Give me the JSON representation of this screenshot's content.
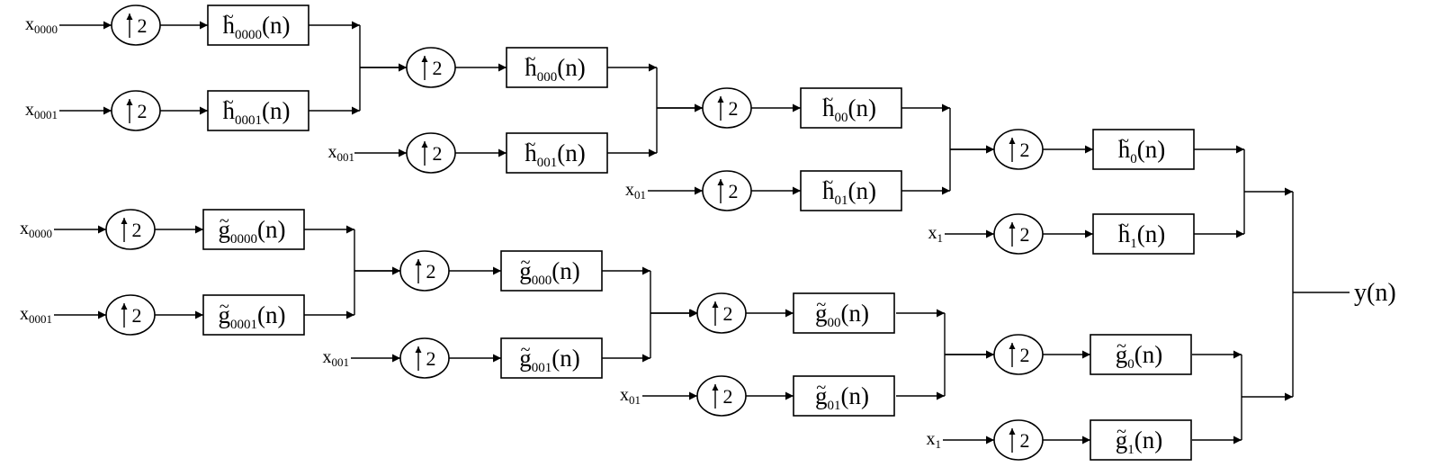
{
  "diagram": {
    "output_label": "y(n)",
    "upsampler_label": "2",
    "inputs": {
      "x0000_top": "x0000",
      "x0001_top": "x0001",
      "x001_top": "x001",
      "x01_top": "x01",
      "x1_top": "x1",
      "x0000_bot": "x0000",
      "x0001_bot": "x0001",
      "x001_bot": "x001",
      "x01_bot": "x01",
      "x1_bot": "x1"
    },
    "filters": {
      "h0000": {
        "base": "h",
        "sub": "0000",
        "arg": "(n)"
      },
      "h0001": {
        "base": "h",
        "sub": "0001",
        "arg": "(n)"
      },
      "h000": {
        "base": "h",
        "sub": "000",
        "arg": "(n)"
      },
      "h001": {
        "base": "h",
        "sub": "001",
        "arg": "(n)"
      },
      "h00": {
        "base": "h",
        "sub": "00",
        "arg": "(n)"
      },
      "h01": {
        "base": "h",
        "sub": "01",
        "arg": "(n)"
      },
      "h0": {
        "base": "h",
        "sub": "0",
        "arg": "(n)"
      },
      "h1": {
        "base": "h",
        "sub": "1",
        "arg": "(n)"
      },
      "g0000": {
        "base": "g",
        "sub": "0000",
        "arg": "(n)"
      },
      "g0001": {
        "base": "g",
        "sub": "0001",
        "arg": "(n)"
      },
      "g000": {
        "base": "g",
        "sub": "000",
        "arg": "(n)"
      },
      "g001": {
        "base": "g",
        "sub": "001",
        "arg": "(n)"
      },
      "g00": {
        "base": "g",
        "sub": "00",
        "arg": "(n)"
      },
      "g01": {
        "base": "g",
        "sub": "01",
        "arg": "(n)"
      },
      "g0": {
        "base": "g",
        "sub": "0",
        "arg": "(n)"
      },
      "g1": {
        "base": "g",
        "sub": "1",
        "arg": "(n)"
      }
    }
  }
}
